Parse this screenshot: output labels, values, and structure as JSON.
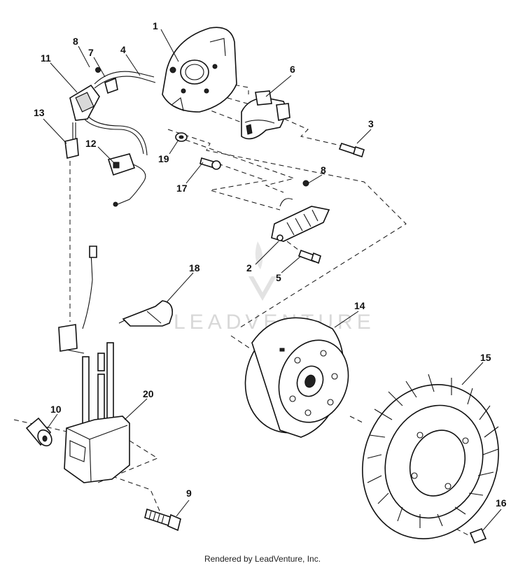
{
  "diagram": {
    "callouts": [
      "1",
      "2",
      "3",
      "4",
      "5",
      "6",
      "7",
      "8",
      "9",
      "10",
      "11",
      "12",
      "13",
      "14",
      "15",
      "16",
      "17",
      "18",
      "19",
      "20"
    ],
    "callout_8b": "8",
    "watermark": "LEADVENTURE"
  },
  "footer": {
    "text": "Rendered by LeadVenture, Inc."
  }
}
